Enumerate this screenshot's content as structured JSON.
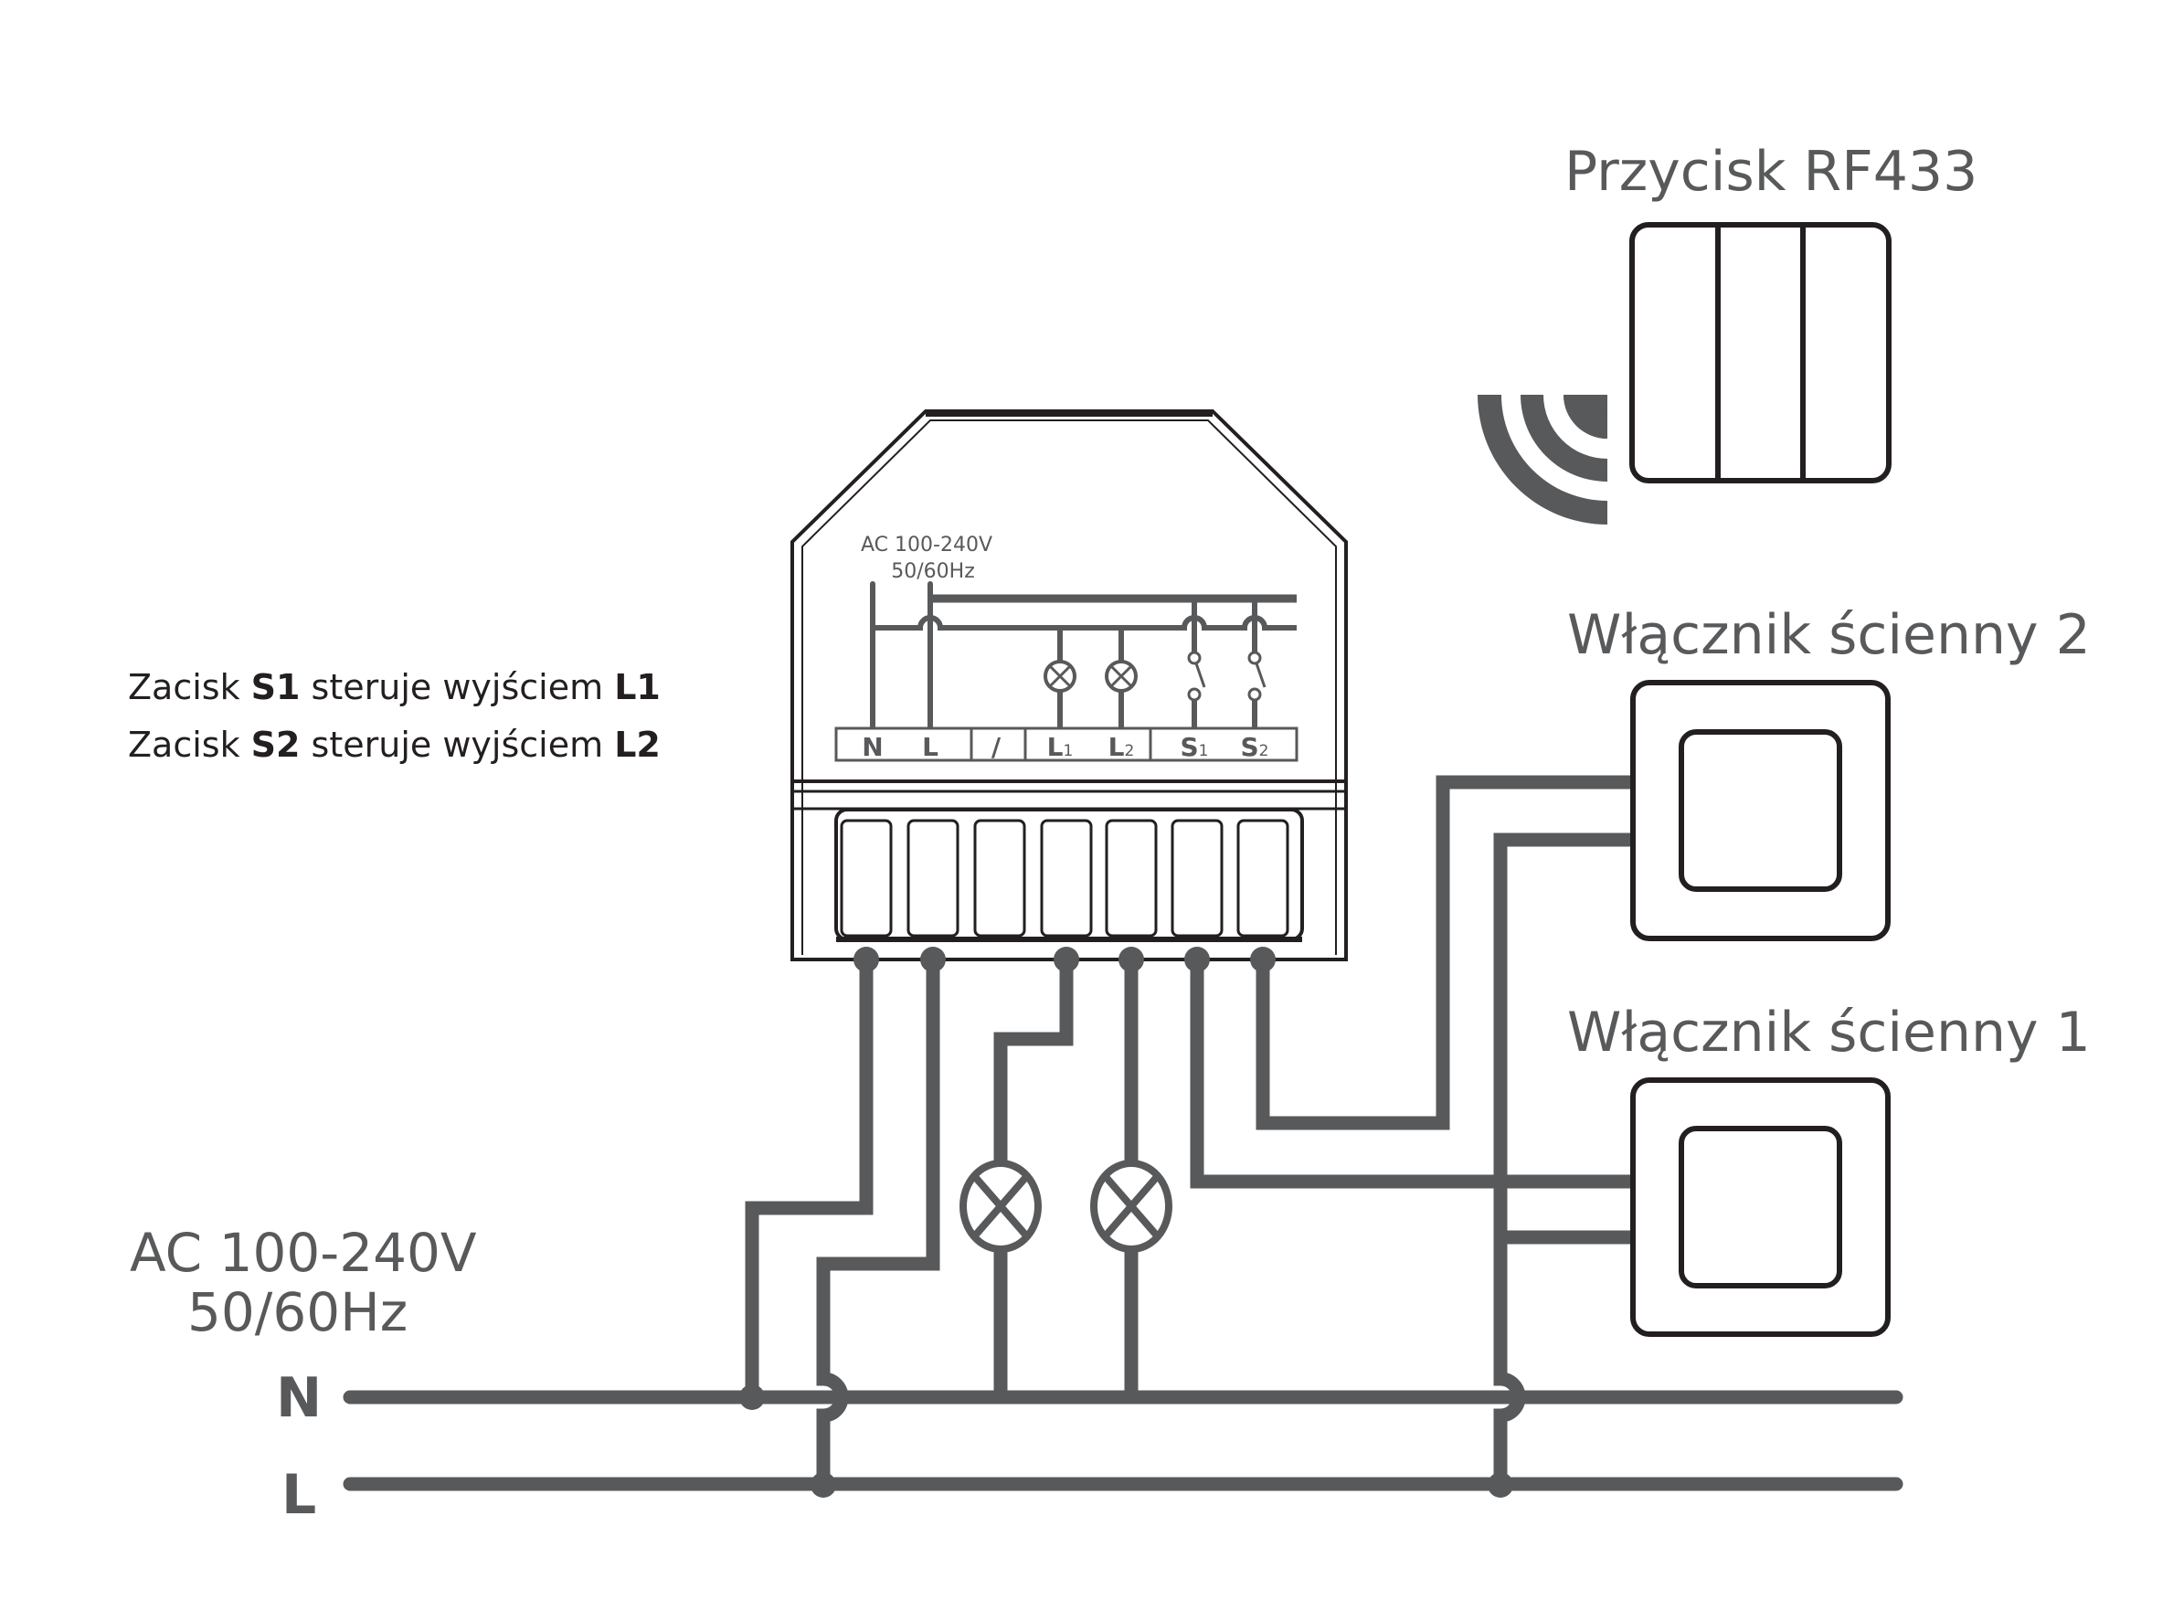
{
  "legend": {
    "line1": {
      "prefix": "Zacisk ",
      "terminal": "S1",
      "middle": " steruje wyjściem ",
      "output": "L1"
    },
    "line2": {
      "prefix": "Zacisk ",
      "terminal": "S2",
      "middle": " steruje wyjściem ",
      "output": "L2"
    }
  },
  "supply": {
    "voltage": "AC 100-240V",
    "frequency": "50/60Hz",
    "neutral_label": "N",
    "line_label": "L"
  },
  "module": {
    "voltage": "AC 100-240V",
    "frequency": "50/60Hz",
    "terminals": [
      {
        "main": "N",
        "sub": ""
      },
      {
        "main": "L",
        "sub": ""
      },
      {
        "main": "/",
        "sub": ""
      },
      {
        "main": "L",
        "sub": "1"
      },
      {
        "main": "L",
        "sub": "2"
      },
      {
        "main": "S",
        "sub": "1"
      },
      {
        "main": "S",
        "sub": "2"
      }
    ]
  },
  "devices": {
    "rf_button": {
      "label": "Przycisk RF433",
      "keys": 3
    },
    "wall_switch_2": {
      "label": "Włącznik ścienny 2"
    },
    "wall_switch_1": {
      "label": "Włącznik ścienny 1"
    }
  },
  "colors": {
    "wire": "#58595b",
    "outline": "#231f20",
    "text_dark": "#231f20",
    "text_grey": "#58595b"
  }
}
